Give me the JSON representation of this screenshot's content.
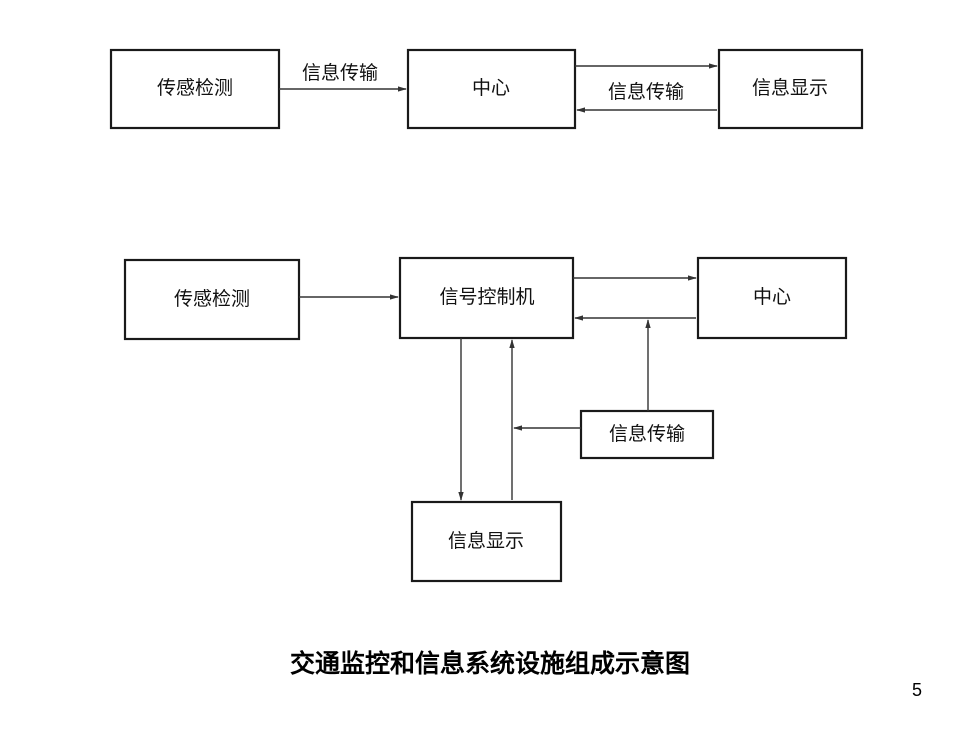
{
  "diagram_top": {
    "sensor": "传感检测",
    "edge_label_left": "信息传输",
    "center": "中心",
    "edge_label_right": "信息传输",
    "display": "信息显示"
  },
  "diagram_bottom": {
    "sensor": "传感检测",
    "controller": "信号控制机",
    "center": "中心",
    "transmission": "信息传输",
    "display": "信息显示"
  },
  "caption": "交通监控和信息系统设施组成示意图",
  "page_number": "5",
  "colors": {
    "line": "#333333",
    "box_border": "#1a1a1a",
    "background": "#ffffff"
  }
}
